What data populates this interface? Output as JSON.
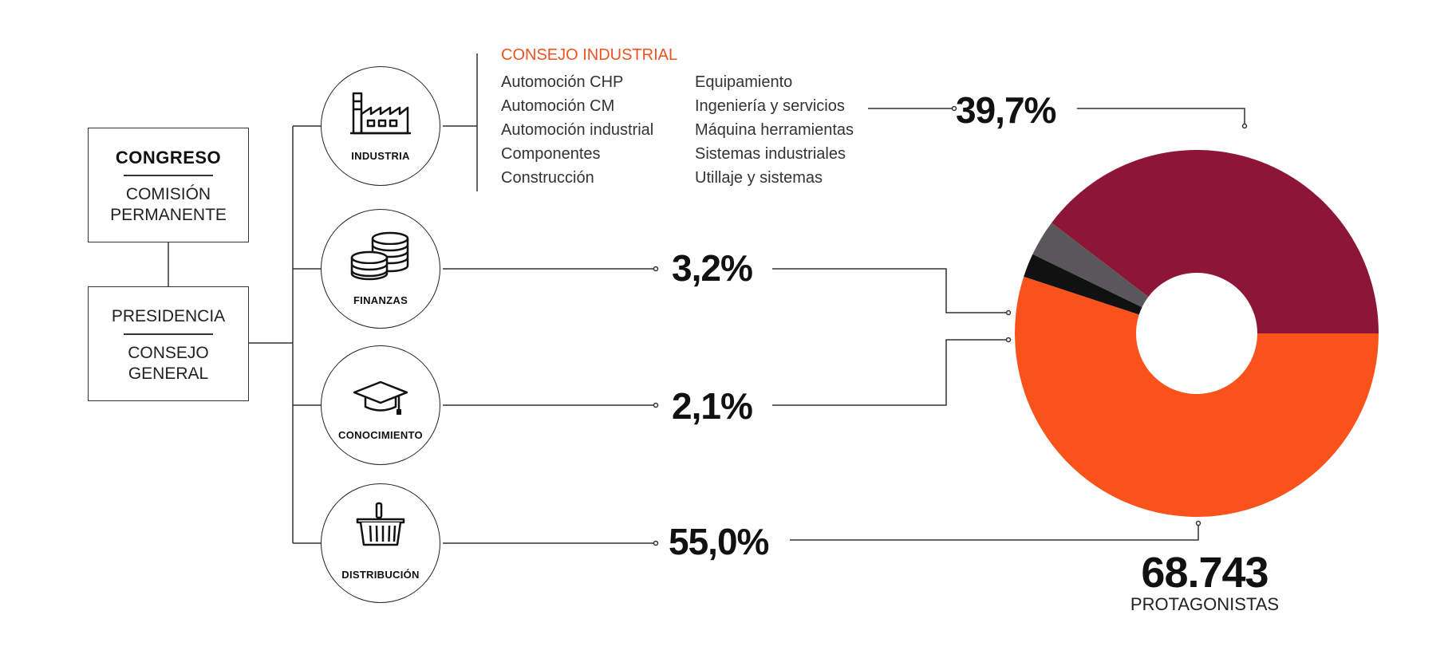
{
  "colors": {
    "accent": "#f05321",
    "industria": "#8d1538",
    "finanzas": "#5a575b",
    "conocimiento": "#111111",
    "distribucion": "#f9521a"
  },
  "left_boxes": {
    "top": {
      "title": "CONGRESO",
      "subtitle_line1": "COMISIÓN",
      "subtitle_line2": "PERMANENTE"
    },
    "bottom": {
      "title": "PRESIDENCIA",
      "subtitle_line1": "CONSEJO",
      "subtitle_line2": "GENERAL"
    }
  },
  "sectors": [
    {
      "name": "INDUSTRIA",
      "icon": "factory-icon",
      "percent": "39,7%"
    },
    {
      "name": "FINANZAS",
      "icon": "coins-icon",
      "percent": "3,2%"
    },
    {
      "name": "CONOCIMIENTO",
      "icon": "graduation-cap-icon",
      "percent": "2,1%"
    },
    {
      "name": "DISTRIBUCIÓN",
      "icon": "basket-icon",
      "percent": "55,0%"
    }
  ],
  "council": {
    "title": "CONSEJO INDUSTRIAL",
    "col1": [
      "Automoción CHP",
      "Automoción CM",
      "Automoción industrial",
      "Componentes",
      "Construcción"
    ],
    "col2": [
      "Equipamiento",
      "Ingeniería y servicios",
      "Máquina herramientas",
      "Sistemas industriales",
      "Utillaje y sistemas"
    ]
  },
  "total": {
    "number": "68.743",
    "caption": "PROTAGONISTAS"
  },
  "chart_data": {
    "type": "pie",
    "categories": [
      "INDUSTRIA",
      "FINANZAS",
      "CONOCIMIENTO",
      "DISTRIBUCIÓN"
    ],
    "values": [
      39.7,
      3.2,
      2.1,
      55.0
    ],
    "colors": [
      "#8d1538",
      "#5a575b",
      "#111111",
      "#f9521a"
    ],
    "donut": true
  }
}
